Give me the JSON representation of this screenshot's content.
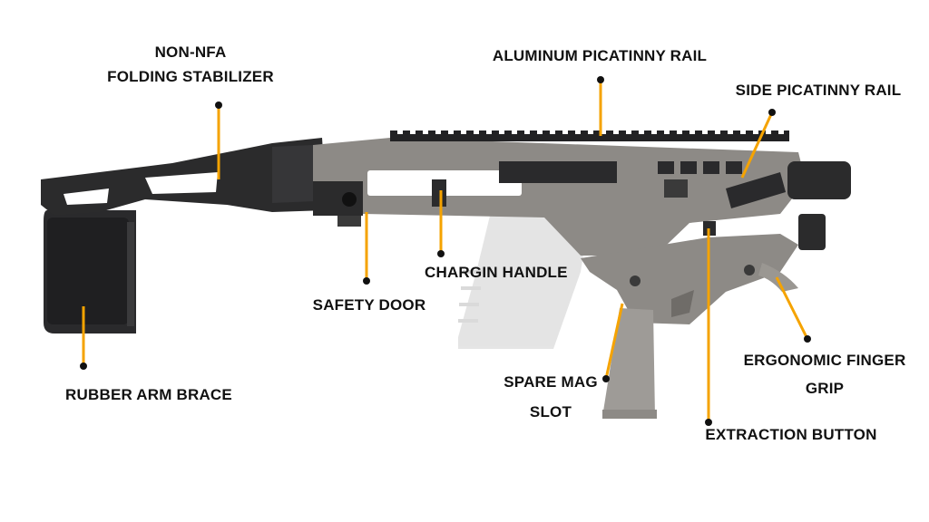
{
  "colors": {
    "background": "#ffffff",
    "callout": "#f5a300",
    "gun_black": "#2b2b2c",
    "gun_gray": "#8d8a86",
    "gun_gray_dark": "#6f6c68",
    "ghost": "#cfcfcf"
  },
  "labels": {
    "stabilizer": {
      "lines": [
        "NON-NFA",
        "FOLDING STABILIZER"
      ]
    },
    "top_rail": {
      "lines": [
        "ALUMINUM PICATINNY RAIL"
      ]
    },
    "side_rail": {
      "lines": [
        "SIDE PICATINNY RAIL"
      ]
    },
    "charging_handle": {
      "lines": [
        "CHARGIN HANDLE"
      ]
    },
    "safety_door": {
      "lines": [
        "SAFETY DOOR"
      ]
    },
    "arm_brace": {
      "lines": [
        "RUBBER ARM BRACE"
      ]
    },
    "spare_mag": {
      "lines": [
        "SPARE MAG",
        "SLOT"
      ]
    },
    "finger_grip": {
      "lines": [
        "ERGONOMIC FINGER",
        "GRIP"
      ]
    },
    "extraction": {
      "lines": [
        "EXTRACTION BUTTON"
      ]
    }
  }
}
